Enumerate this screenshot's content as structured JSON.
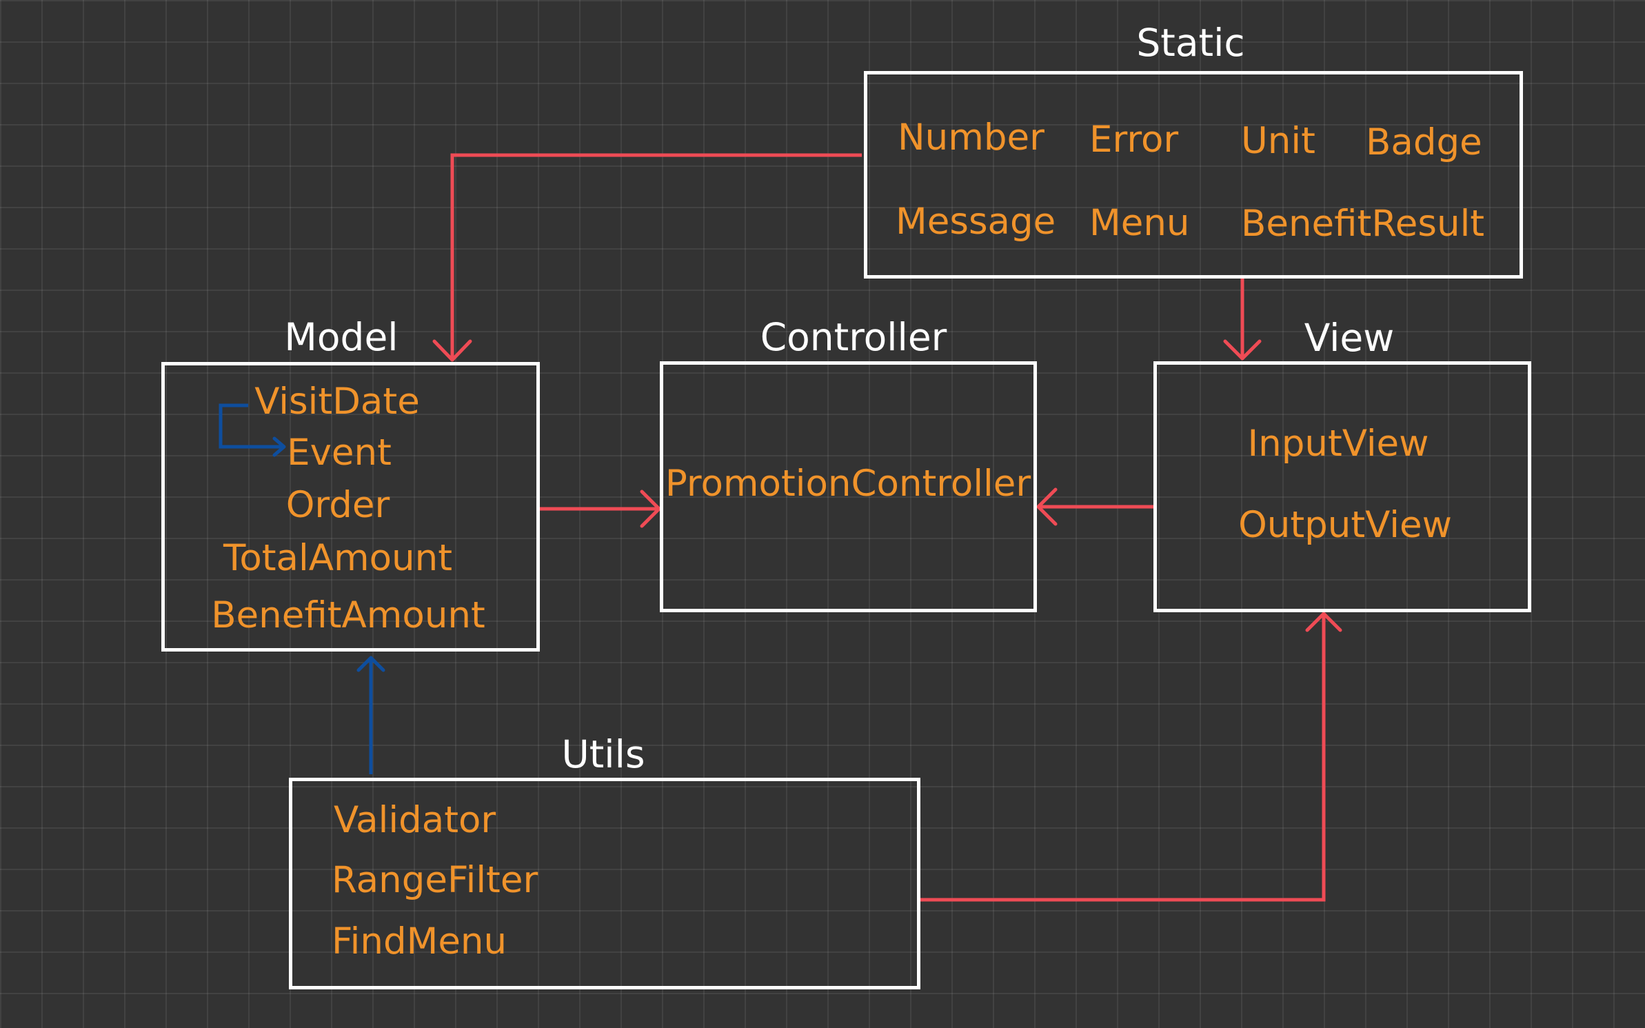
{
  "colors": {
    "background": "#333333",
    "box_border": "#ffffff",
    "title_text": "#ffffff",
    "item_text": "#f0932b",
    "arrow_red": "#ef4b55",
    "arrow_blue": "#0e4e9e"
  },
  "static": {
    "title": "Static",
    "items": [
      "Number",
      "Error",
      "Unit",
      "Badge",
      "Message",
      "Menu",
      "BenefitResult"
    ]
  },
  "model": {
    "title": "Model",
    "items": [
      "VisitDate",
      "Event",
      "Order",
      "TotalAmount",
      "BenefitAmount"
    ]
  },
  "controller": {
    "title": "Controller",
    "items": [
      "PromotionController"
    ]
  },
  "view": {
    "title": "View",
    "items": [
      "InputView",
      "OutputView"
    ]
  },
  "utils": {
    "title": "Utils",
    "items": [
      "Validator",
      "RangeFilter",
      "FindMenu"
    ]
  }
}
